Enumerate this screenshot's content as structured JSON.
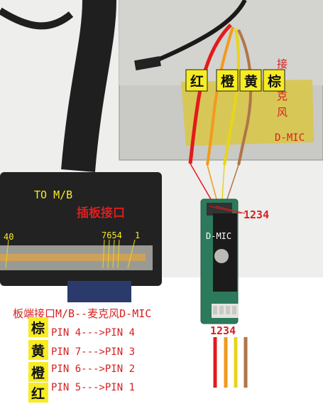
{
  "labels": {
    "to_mb": "TO M/B",
    "board_connector": "插板接口",
    "pin_40": "40",
    "pins_7654": "7654",
    "pin_1": "1",
    "mic_pins_top": "1234",
    "dmic": "D-MIC",
    "mic_pins_bottom": "1234",
    "connect_mic": [
      "接",
      "克",
      "风"
    ],
    "connect_mic_en": "D-MIC",
    "mapping_title": "板端接口M/B--麦克风D-MIC"
  },
  "wire_tags": [
    {
      "text": "红",
      "color": "#e21b1b"
    },
    {
      "text": "橙",
      "color": "#f29a1c"
    },
    {
      "text": "黄",
      "color": "#e8d51a"
    },
    {
      "text": "棕",
      "color": "#b07548"
    }
  ],
  "pin_mapping": [
    {
      "color_label": "棕",
      "text": "PIN 4--->PIN 4"
    },
    {
      "color_label": "黄",
      "text": "PIN 7--->PIN 3"
    },
    {
      "color_label": "橙",
      "text": "PIN 6--->PIN 2"
    },
    {
      "color_label": "红",
      "text": "PIN 5--->PIN 1"
    }
  ],
  "colors": {
    "red": "#e21b1b",
    "orange": "#f29a1c",
    "yellow": "#e8d51a",
    "brown": "#b07548",
    "label_red": "#d62020",
    "tag_bg": "#f7ec23"
  }
}
